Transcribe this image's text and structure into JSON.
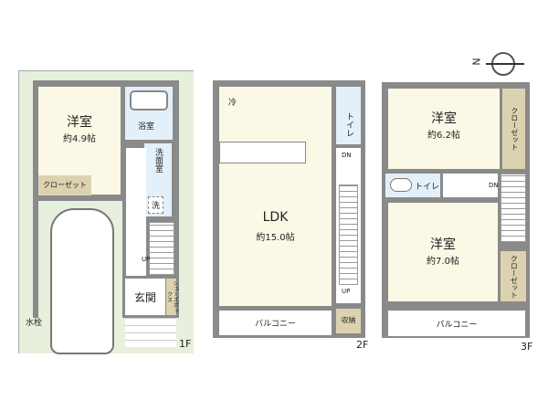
{
  "floor1": {
    "label": "1F",
    "bedroom": {
      "name": "洋室",
      "size": "約4.9帖"
    },
    "closet": "クローゼット",
    "bath": "浴室",
    "washroom": "洗面室",
    "washer": "洗",
    "stairs": "UP",
    "entrance": "玄関",
    "shoebox": "シューズボックス",
    "faucet": "水栓"
  },
  "floor2": {
    "label": "2F",
    "ldk": {
      "name": "LDK",
      "size": "約15.0帖"
    },
    "fridge": "冷",
    "toilet": "トイレ",
    "stairs_down": "DN",
    "stairs_up": "UP",
    "storage": "収納",
    "balcony": "バルコニー"
  },
  "floor3": {
    "label": "3F",
    "bedroom1": {
      "name": "洋室",
      "size": "約6.2帖"
    },
    "closet1": "クローゼット",
    "toilet": "トイレ",
    "stairs_down": "DN",
    "bedroom2": {
      "name": "洋室",
      "size": "約7.0帖"
    },
    "closet2": "クローゼット",
    "balcony": "バルコニー"
  },
  "compass": {
    "north": "N"
  },
  "colors": {
    "room": "#fbf8e6",
    "wet": "#e3f0fa",
    "closet": "#ddd2b0",
    "lot": "#e6f0dc",
    "wall": "#8a8a8a"
  }
}
